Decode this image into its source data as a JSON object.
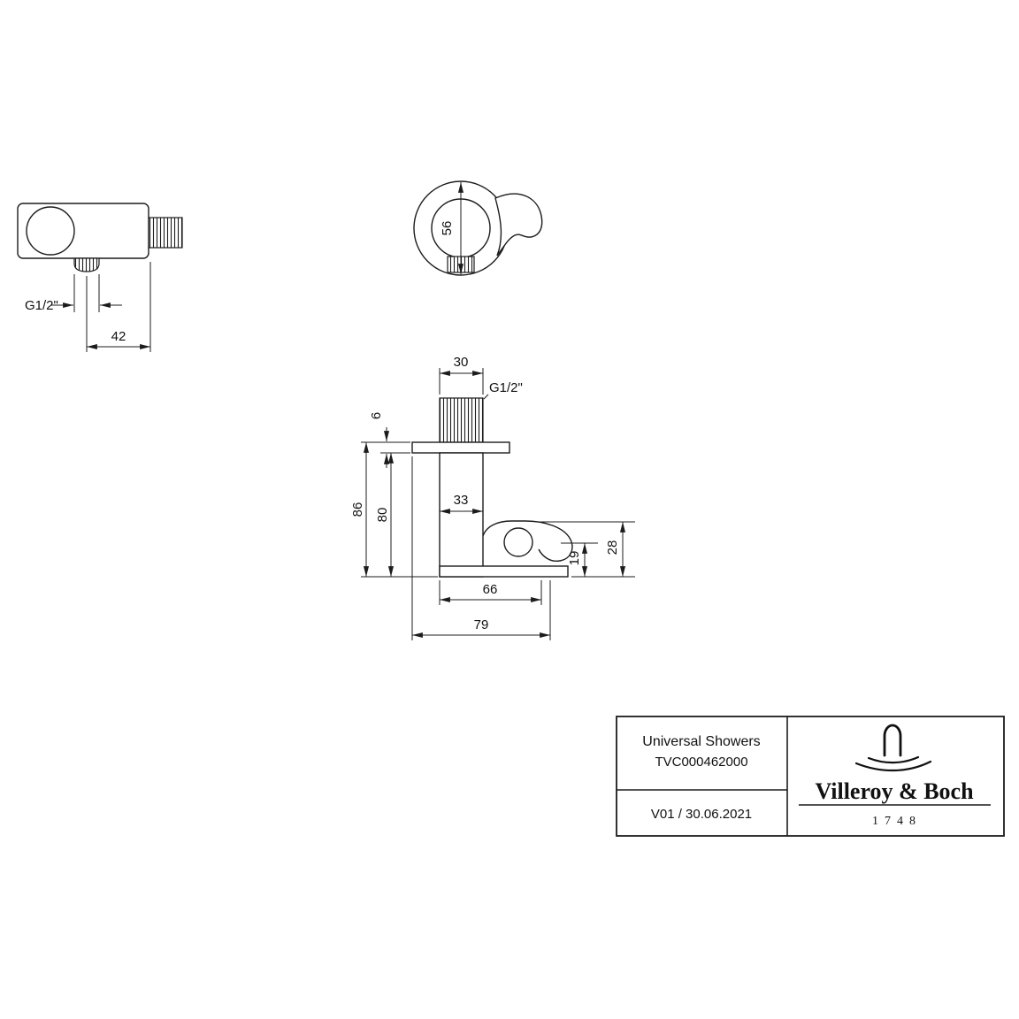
{
  "colors": {
    "line": "#1c1c1c",
    "background": "#ffffff"
  },
  "drawing": {
    "side_view": {
      "g12": "G1/2\"",
      "d42": "42"
    },
    "front_view": {
      "d56": "56"
    },
    "section_view": {
      "d30": "30",
      "g12": "G1/2\"",
      "d6": "6",
      "d86": "86",
      "d80": "80",
      "d33": "33",
      "d19": "19",
      "d28": "28",
      "d66": "66",
      "d79": "79"
    }
  },
  "title_block": {
    "series": "Universal Showers",
    "article": "TVC000462000",
    "version": "V01 / 30.06.2021",
    "brand": "Villeroy & Boch",
    "founded": "1748"
  }
}
